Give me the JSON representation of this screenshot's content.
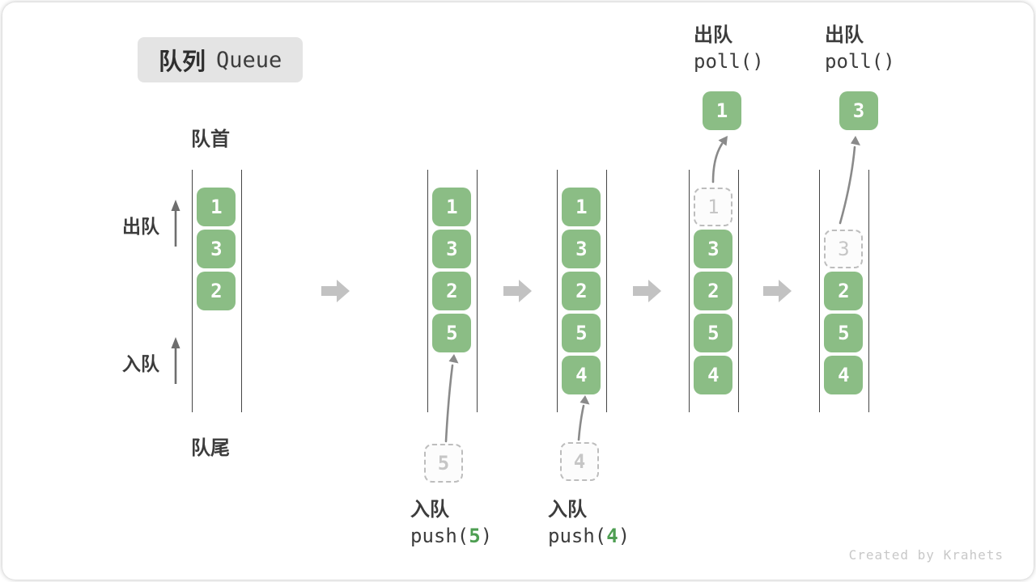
{
  "title": {
    "zh": "队列",
    "en": "Queue"
  },
  "side_labels": {
    "front": "队首",
    "rear": "队尾",
    "dequeue": "出队",
    "enqueue": "入队"
  },
  "states": [
    {
      "blocks": [
        "1",
        "3",
        "2"
      ]
    },
    {
      "blocks": [
        "1",
        "3",
        "2",
        "5"
      ],
      "incoming": "5"
    },
    {
      "blocks": [
        "1",
        "3",
        "2",
        "5",
        "4"
      ],
      "incoming": "4"
    },
    {
      "blocks": [
        "3",
        "2",
        "5",
        "4"
      ],
      "removed": "1",
      "out": "1"
    },
    {
      "blocks": [
        "2",
        "5",
        "4"
      ],
      "removed": "3",
      "out": "3"
    }
  ],
  "ops": {
    "enqueue1": {
      "label": "入队",
      "fn": "push(",
      "arg": "5",
      "close": ")"
    },
    "enqueue2": {
      "label": "入队",
      "fn": "push(",
      "arg": "4",
      "close": ")"
    },
    "dequeue1": {
      "label": "出队",
      "code": "poll()"
    },
    "dequeue2": {
      "label": "出队",
      "code": "poll()"
    }
  },
  "watermark": "Created by Krahets",
  "colors": {
    "block_green": "#8bbd85",
    "code_green": "#4e9e52",
    "line_dark": "#454545",
    "arrow_gray": "#c2c2c2",
    "curve_gray": "#8a8a8a",
    "dashed_gray": "#bdbdbd",
    "dashed_text": "#c6c6c6",
    "text_dark": "#3c3c3c",
    "badge_bg": "#e4e4e4",
    "watermark": "#c8c8c8"
  }
}
